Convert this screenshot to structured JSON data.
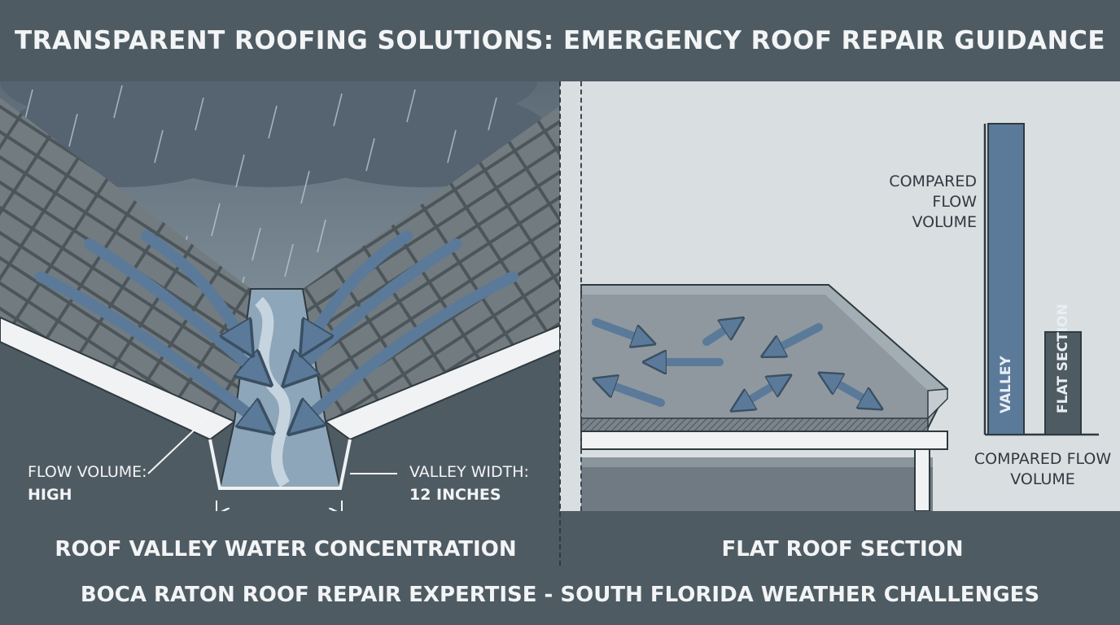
{
  "header": {
    "title": "TRANSPARENT ROOFING SOLUTIONS: EMERGENCY ROOF REPAIR GUIDANCE"
  },
  "valley_panel": {
    "caption": "ROOF VALLEY WATER CONCENTRATION",
    "flow_label": "FLOW VOLUME:",
    "flow_value": "HIGH",
    "width_label": "VALLEY WIDTH:",
    "width_value": "12 INCHES"
  },
  "flat_panel": {
    "caption": "FLAT ROOF SECTION"
  },
  "chart_data": {
    "type": "bar",
    "categories": [
      "VALLEY",
      "FLAT SECTION"
    ],
    "values": [
      100,
      33
    ],
    "ylim": [
      0,
      100
    ],
    "ylabel": "COMPARED FLOW VOLUME",
    "xlabel": "COMPARED FLOW VOLUME",
    "colors": [
      "#5b7a9a",
      "#4f5b63"
    ]
  },
  "footer": {
    "text": "BOCA RATON ROOF REPAIR EXPERTISE - SOUTH FLORIDA WEATHER CHALLENGES"
  }
}
